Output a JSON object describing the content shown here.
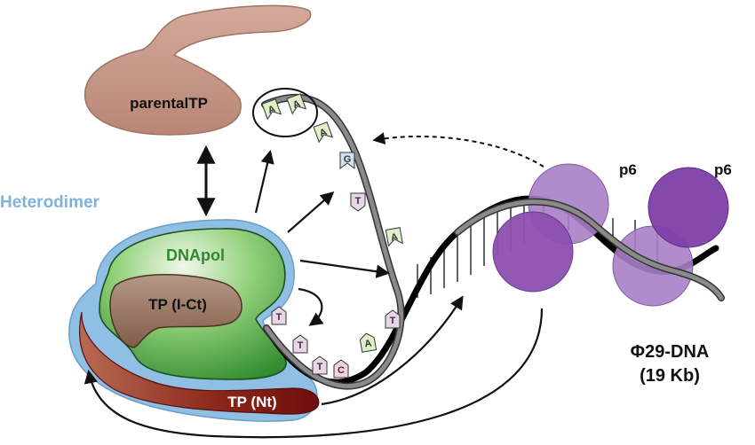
{
  "labels": {
    "parental_tp": "parentalTP",
    "heterodimer": "Heterodimer",
    "dnapol": "DNApol",
    "tp_ict": "TP (I-Ct)",
    "tp_nt": "TP (Nt)",
    "p6_left": "p6",
    "p6_right": "p6",
    "dna_name": "Φ29-DNA",
    "dna_size": "(19 Kb)"
  },
  "nucleotides": {
    "top_strand": [
      "A",
      "A",
      "A",
      "G",
      "T",
      "A"
    ],
    "bottom_strand": [
      "T",
      "T",
      "T",
      "C",
      "A",
      "T"
    ]
  },
  "colors": {
    "heterodimer_text": "#7fb2dc",
    "heterodimer_outline": "#8fc0e4",
    "dnapol": "#3c9a3c",
    "dnapol_text": "#2e8b2e",
    "tp_ict": "#8b6a55",
    "tp_nt": "#7a1414",
    "parental_tp": "#c79a8c",
    "p6": "#8c4fb0",
    "base_A": "#dff0c8",
    "base_T": "#ead5e8",
    "base_G": "#cfe0f0",
    "base_C": "#f6d2d8"
  }
}
